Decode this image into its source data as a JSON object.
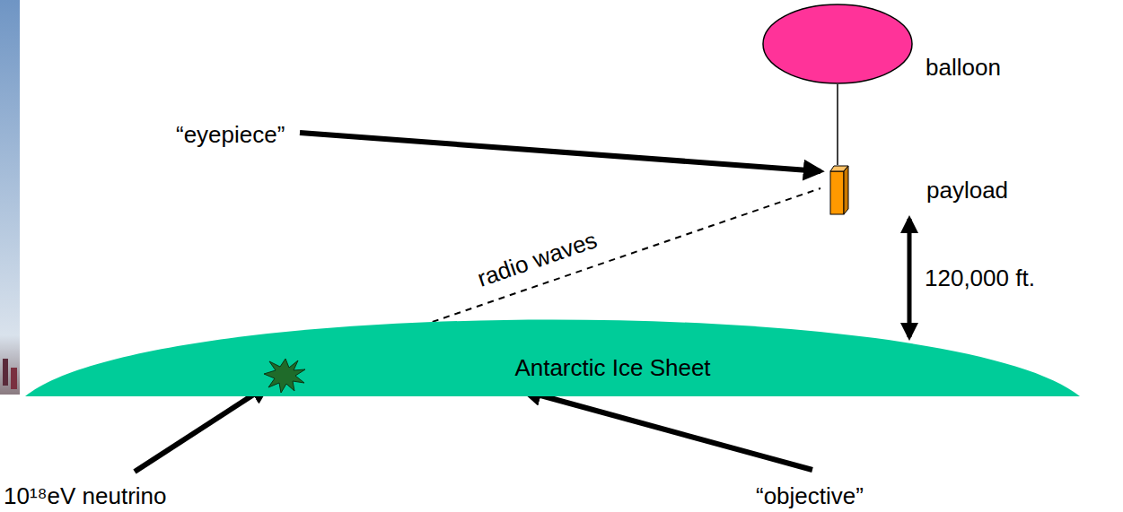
{
  "diagram": {
    "nodes": [
      {
        "text": [
          "balloon"
        ]
      },
      {
        "text": [
          "payload"
        ]
      },
      {
        "text": [
          "Antarctic Ice Sheet"
        ]
      }
    ],
    "edges": [
      {
        "from": 0,
        "to": 1,
        "arrow": "none"
      }
    ],
    "labels": [
      "“eyepiece”",
      "radio waves",
      "120,000 ft.",
      "10¹⁸eV neutrino",
      "“objective”"
    ]
  }
}
